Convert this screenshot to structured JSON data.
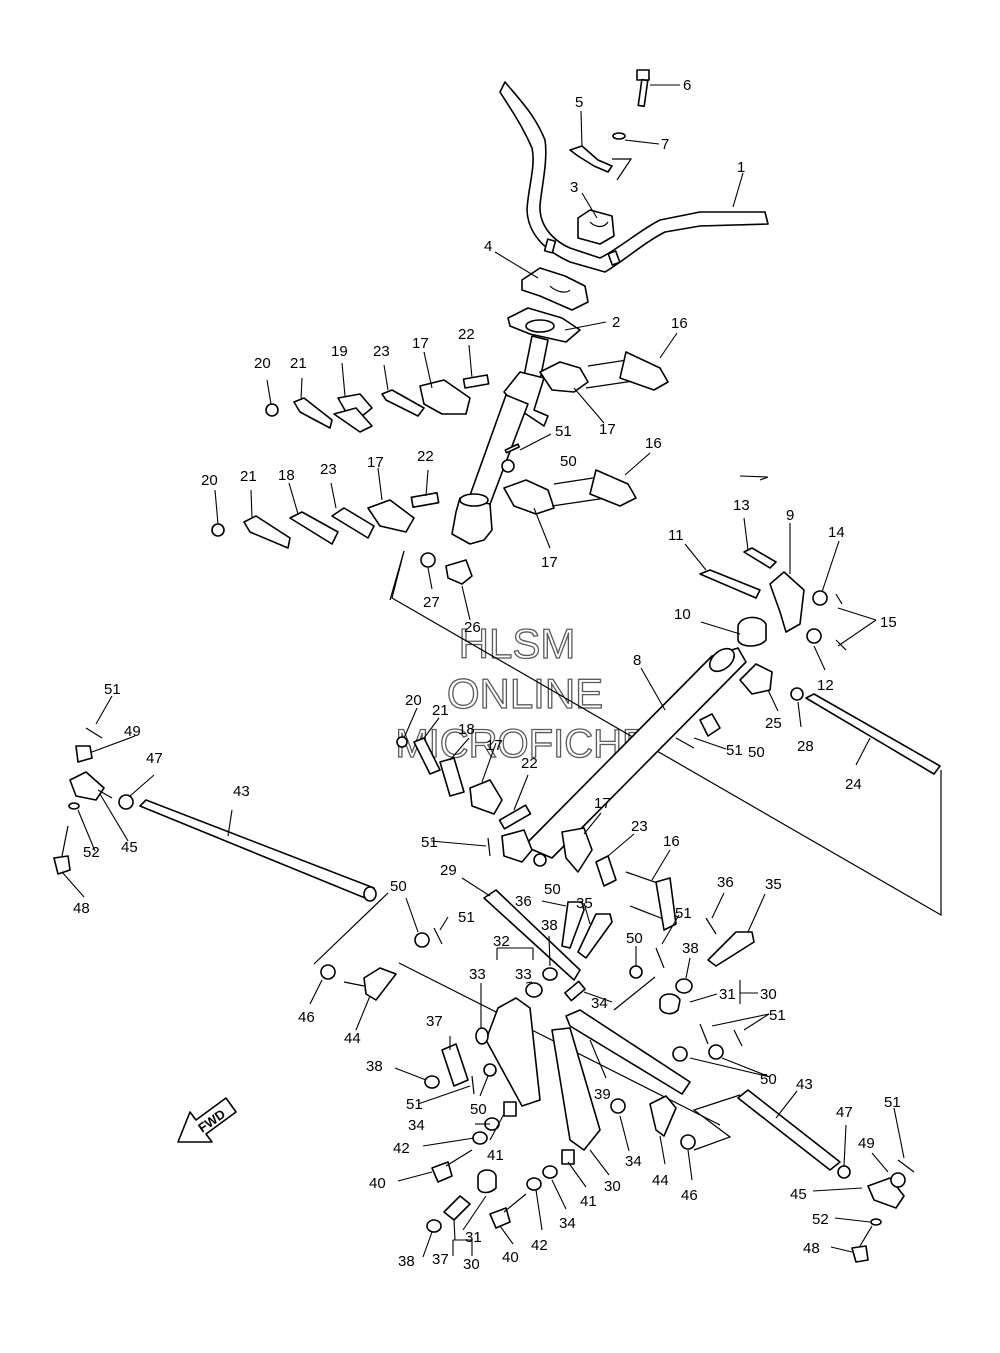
{
  "watermark": {
    "line1": "HLSM",
    "line2": "ONLINE",
    "line3": "MICROFICHE"
  },
  "fwd_arrow": {
    "label": "FWD"
  },
  "callouts": [
    {
      "id": "c1",
      "label": "1"
    },
    {
      "id": "c2",
      "label": "2"
    },
    {
      "id": "c3",
      "label": "3"
    },
    {
      "id": "c4",
      "label": "4"
    },
    {
      "id": "c5",
      "label": "5"
    },
    {
      "id": "c6",
      "label": "6"
    },
    {
      "id": "c7",
      "label": "7"
    },
    {
      "id": "c8",
      "label": "8"
    },
    {
      "id": "c9",
      "label": "9"
    },
    {
      "id": "c10",
      "label": "10"
    },
    {
      "id": "c11",
      "label": "11"
    },
    {
      "id": "c12",
      "label": "12"
    },
    {
      "id": "c13",
      "label": "13"
    },
    {
      "id": "c14",
      "label": "14"
    },
    {
      "id": "c15",
      "label": "15"
    },
    {
      "id": "c16a",
      "label": "16"
    },
    {
      "id": "c16b",
      "label": "16"
    },
    {
      "id": "c16c",
      "label": "16"
    },
    {
      "id": "c17a",
      "label": "17"
    },
    {
      "id": "c17b",
      "label": "17"
    },
    {
      "id": "c17c",
      "label": "17"
    },
    {
      "id": "c17d",
      "label": "17"
    },
    {
      "id": "c17e",
      "label": "17"
    },
    {
      "id": "c17f",
      "label": "17"
    },
    {
      "id": "c18a",
      "label": "18"
    },
    {
      "id": "c18b",
      "label": "18"
    },
    {
      "id": "c19",
      "label": "19"
    },
    {
      "id": "c20a",
      "label": "20"
    },
    {
      "id": "c20b",
      "label": "20"
    },
    {
      "id": "c20c",
      "label": "20"
    },
    {
      "id": "c21a",
      "label": "21"
    },
    {
      "id": "c21b",
      "label": "21"
    },
    {
      "id": "c21c",
      "label": "21"
    },
    {
      "id": "c22a",
      "label": "22"
    },
    {
      "id": "c22b",
      "label": "22"
    },
    {
      "id": "c22c",
      "label": "22"
    },
    {
      "id": "c23a",
      "label": "23"
    },
    {
      "id": "c23b",
      "label": "23"
    },
    {
      "id": "c23c",
      "label": "23"
    },
    {
      "id": "c24",
      "label": "24"
    },
    {
      "id": "c25",
      "label": "25"
    },
    {
      "id": "c26",
      "label": "26"
    },
    {
      "id": "c27",
      "label": "27"
    },
    {
      "id": "c28",
      "label": "28"
    },
    {
      "id": "c29",
      "label": "29"
    },
    {
      "id": "c30a",
      "label": "30"
    },
    {
      "id": "c30b",
      "label": "30"
    },
    {
      "id": "c30c",
      "label": "30"
    },
    {
      "id": "c31a",
      "label": "31"
    },
    {
      "id": "c31b",
      "label": "31"
    },
    {
      "id": "c32",
      "label": "32"
    },
    {
      "id": "c33a",
      "label": "33"
    },
    {
      "id": "c33b",
      "label": "33"
    },
    {
      "id": "c34a",
      "label": "34"
    },
    {
      "id": "c34b",
      "label": "34"
    },
    {
      "id": "c34c",
      "label": "34"
    },
    {
      "id": "c34d",
      "label": "34"
    },
    {
      "id": "c35a",
      "label": "35"
    },
    {
      "id": "c35b",
      "label": "35"
    },
    {
      "id": "c36a",
      "label": "36"
    },
    {
      "id": "c36b",
      "label": "36"
    },
    {
      "id": "c37a",
      "label": "37"
    },
    {
      "id": "c37b",
      "label": "37"
    },
    {
      "id": "c38a",
      "label": "38"
    },
    {
      "id": "c38b",
      "label": "38"
    },
    {
      "id": "c38c",
      "label": "38"
    },
    {
      "id": "c38d",
      "label": "38"
    },
    {
      "id": "c39",
      "label": "39"
    },
    {
      "id": "c40a",
      "label": "40"
    },
    {
      "id": "c40b",
      "label": "40"
    },
    {
      "id": "c41a",
      "label": "41"
    },
    {
      "id": "c41b",
      "label": "41"
    },
    {
      "id": "c42a",
      "label": "42"
    },
    {
      "id": "c42b",
      "label": "42"
    },
    {
      "id": "c43a",
      "label": "43"
    },
    {
      "id": "c43b",
      "label": "43"
    },
    {
      "id": "c44a",
      "label": "44"
    },
    {
      "id": "c44b",
      "label": "44"
    },
    {
      "id": "c45a",
      "label": "45"
    },
    {
      "id": "c45b",
      "label": "45"
    },
    {
      "id": "c46a",
      "label": "46"
    },
    {
      "id": "c46b",
      "label": "46"
    },
    {
      "id": "c47a",
      "label": "47"
    },
    {
      "id": "c47b",
      "label": "47"
    },
    {
      "id": "c48a",
      "label": "48"
    },
    {
      "id": "c48b",
      "label": "48"
    },
    {
      "id": "c49a",
      "label": "49"
    },
    {
      "id": "c49b",
      "label": "49"
    },
    {
      "id": "c50a",
      "label": "50"
    },
    {
      "id": "c50b",
      "label": "50"
    },
    {
      "id": "c50c",
      "label": "50"
    },
    {
      "id": "c50d",
      "label": "50"
    },
    {
      "id": "c50e",
      "label": "50"
    },
    {
      "id": "c50f",
      "label": "50"
    },
    {
      "id": "c50g",
      "label": "50"
    },
    {
      "id": "c51a",
      "label": "51"
    },
    {
      "id": "c51b",
      "label": "51"
    },
    {
      "id": "c51c",
      "label": "51"
    },
    {
      "id": "c51d",
      "label": "51"
    },
    {
      "id": "c51e",
      "label": "51"
    },
    {
      "id": "c51f",
      "label": "51"
    },
    {
      "id": "c51g",
      "label": "51"
    },
    {
      "id": "c51h",
      "label": "51"
    },
    {
      "id": "c51i",
      "label": "51"
    },
    {
      "id": "c52a",
      "label": "52"
    },
    {
      "id": "c52b",
      "label": "52"
    }
  ]
}
